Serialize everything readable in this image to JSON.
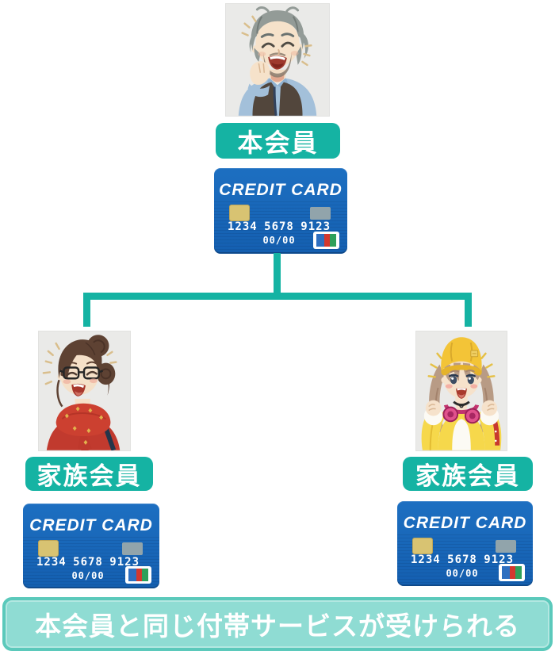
{
  "tree": {
    "root_label": "本会員",
    "child_left_label": "家族会員",
    "child_right_label": "家族会員",
    "banner_text": "本会員と同じ付帯サービスが受けられる"
  },
  "card": {
    "title": "CREDIT CARD",
    "number_groups": [
      "1234",
      "5678",
      "9123"
    ],
    "expiry": "00/00"
  },
  "illustrations": {
    "root": "laughing-man-gray-hair-vest",
    "child_left": "laughing-woman-glasses-red-scarf",
    "child_right": "excited-woman-yellow-beanie-headphones"
  },
  "icons": {
    "card_chip": "gold-chip-icon",
    "card_brand": "three-bar-brand-logo-blue-red-green"
  },
  "colors": {
    "teal": "#15B3A3",
    "banner_fill": "#8FDCD3",
    "banner_border": "#5BC9BB",
    "card_blue": "#1D6FC1",
    "card_blue_dark": "#145FB0",
    "text_white": "#FFFFFF"
  }
}
